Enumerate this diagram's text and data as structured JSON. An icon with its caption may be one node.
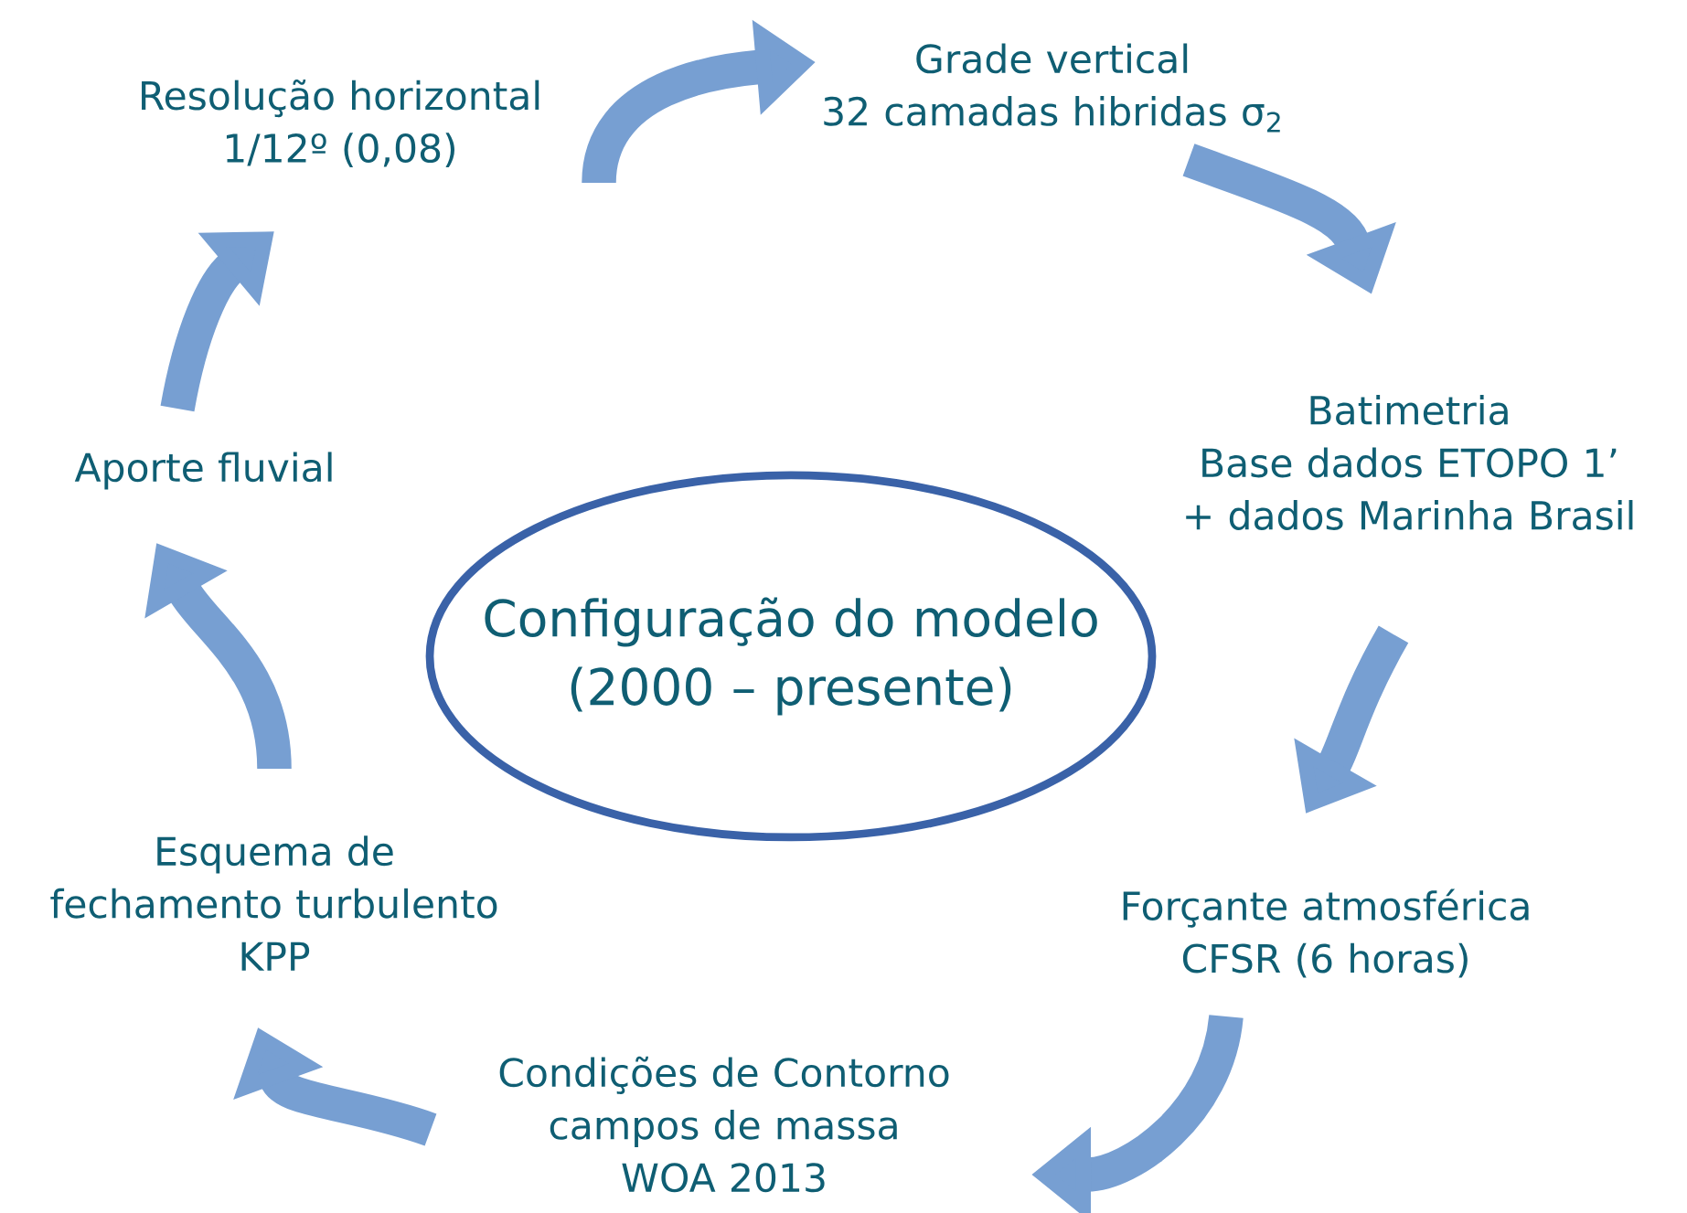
{
  "diagram": {
    "nodes": [
      {
        "text": [
          "Configuração do modelo (2000 – presente)"
        ]
      },
      {
        "text": [
          "Resolução horizontal",
          "1/12º (0,08)"
        ]
      },
      {
        "text": [
          "Grade vertical",
          "32 camadas hibridas σ$_{2}$"
        ]
      },
      {
        "text": [
          "Batimetria",
          "Base dados ETOPO 1’ + dados Marinha Brasil"
        ]
      },
      {
        "text": [
          "Forçante atmosférica",
          "CFSR (6 horas)"
        ]
      },
      {
        "text": [
          "Condições de Contorno",
          "campos de massa",
          "WOA 2013"
        ]
      },
      {
        "text": [
          "Esquema de",
          "fechamento turbulento",
          "KPP"
        ]
      },
      {
        "text": [
          "Aporte fluvial"
        ]
      }
    ],
    "edges": [
      {
        "from": 1,
        "to": 2,
        "arrow": "to"
      },
      {
        "from": 2,
        "to": 3,
        "arrow": "to"
      },
      {
        "from": 3,
        "to": 4,
        "arrow": "to"
      },
      {
        "from": 4,
        "to": 5,
        "arrow": "to"
      },
      {
        "from": 5,
        "to": 6,
        "arrow": "to"
      },
      {
        "from": 6,
        "to": 7,
        "arrow": "to"
      },
      {
        "from": 7,
        "to": 1,
        "arrow": "to"
      }
    ]
  }
}
